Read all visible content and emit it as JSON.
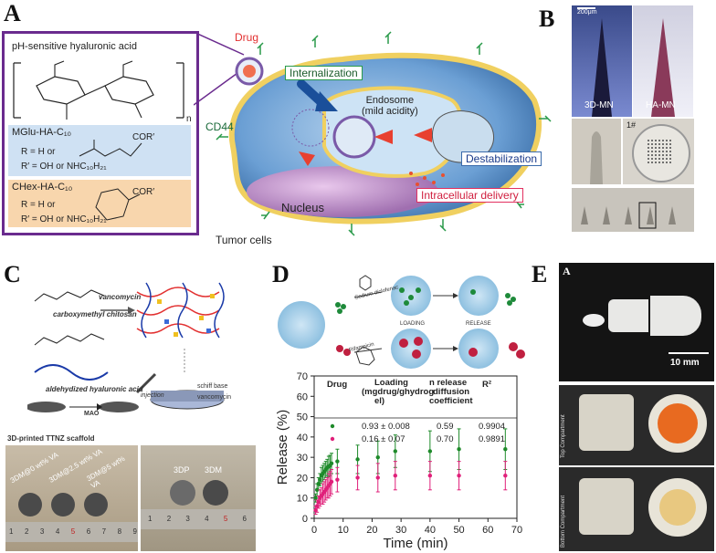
{
  "panels": {
    "A": {
      "label": "A",
      "chem": {
        "title": "pH-sensitive hyaluronic acid",
        "subscript_n": "n",
        "mglu": "MGlu-HA-C₁₀",
        "mglu_r": "R = H or",
        "mglu_r2": "R′ = OH or NHC₁₀H₂₁",
        "chex": "CHex-HA-C₁₀",
        "chex_r": "R = H or",
        "chex_r2": "R′ = OH or NHC₁₀H₂₁",
        "cor": "COR′"
      },
      "cell": {
        "drug": "Drug",
        "internalization": "Internalization",
        "endosome": "Endosome\n(mild acidity)",
        "cd44": "CD44",
        "destabilization": "Destabilization",
        "nucleus": "Nucleus",
        "intracellular": "Intracellular delivery",
        "tumor": "Tumor cells"
      }
    },
    "B": {
      "label": "B",
      "scale": "200μm",
      "left_caption": "3D-MN",
      "right_caption": "HA-MN",
      "mark": "1#"
    },
    "C": {
      "label": "C",
      "carboxy": "carboxymethyl chitosan",
      "aldehyde": "aldehydized hyaluronic acid",
      "vancomycin": "vancomycin",
      "schiff": "schiff base",
      "vanco_legend": "vancomycin",
      "mao": "MAO",
      "injection": "injection",
      "scaffold": "3D-printed TTNZ scaffold",
      "photo1_l1": "3DM@0 wt% VA",
      "photo1_l2": "3DM@2.5 wt% VA",
      "photo1_l3": "3DM@5 wt% VA",
      "photo2_l1": "3DP",
      "photo2_l2": "3DM",
      "ruler1": [
        "1",
        "2",
        "3",
        "4",
        "5",
        "6",
        "7",
        "8",
        "9"
      ],
      "ruler2": [
        "1",
        "2",
        "3",
        "4",
        "5",
        "6"
      ]
    },
    "D": {
      "label": "D",
      "schematic": {
        "sodium": "Sodium diclofenac",
        "rifampicin": "Rifampicin",
        "loading": "LOADING",
        "release": "RELEASE"
      }
    },
    "E": {
      "label": "E",
      "inner": "A",
      "scalebar": "10 mm",
      "top_comp": "Top Compartment",
      "bottom_comp": "Bottom Compartment"
    }
  },
  "chart_data": {
    "type": "scatter",
    "xlabel": "Time (min)",
    "ylabel": "Release (%)",
    "xlim": [
      0,
      70
    ],
    "ylim": [
      0,
      70
    ],
    "xticks": [
      "0",
      "10",
      "20",
      "30",
      "40",
      "50",
      "60",
      "70"
    ],
    "yticks": [
      "0",
      "10",
      "20",
      "30",
      "40",
      "50",
      "60",
      "70"
    ],
    "table": {
      "headers": [
        "Drug",
        "Loading",
        "(mg",
        "n release",
        "R²"
      ],
      "header_loading": "Loading",
      "header_loading2": "(mgdrug/ghydrog",
      "header_loading3": "el)",
      "header_n": "n release",
      "header_n2": "diffusion",
      "header_n3": "coefficient",
      "header_drug": "Drug",
      "header_r2": "R²",
      "rows": [
        {
          "loading": "0.93 ± 0.008",
          "n": "0.59",
          "r2": "0.9904",
          "color": "#1e8a2a"
        },
        {
          "loading": "0.16 ± 0.07",
          "n": "0.70",
          "r2": "0.9891",
          "color": "#e0207a"
        }
      ]
    },
    "series": [
      {
        "color": "#1e8a2a",
        "x": [
          0.5,
          1,
          1.5,
          2,
          2.5,
          3,
          3.5,
          4,
          4.5,
          5,
          5.5,
          6,
          8,
          15,
          22,
          28,
          40,
          50,
          66
        ],
        "y": [
          10,
          14,
          17,
          19,
          21,
          22,
          23,
          24,
          25,
          25.5,
          26,
          27,
          28,
          29,
          30,
          33,
          33,
          34,
          34
        ],
        "err": [
          2,
          3,
          3,
          3,
          4,
          4,
          4,
          4,
          4,
          5,
          5,
          5,
          6,
          7,
          8,
          8,
          10,
          10,
          10
        ]
      },
      {
        "color": "#e0207a",
        "x": [
          0.5,
          1,
          1.5,
          2,
          2.5,
          3,
          3.5,
          4,
          4.5,
          5,
          5.5,
          6,
          8,
          15,
          22,
          28,
          40,
          50,
          66
        ],
        "y": [
          4,
          6,
          8,
          10,
          11,
          12,
          13,
          14,
          15,
          16,
          17,
          18,
          19,
          20,
          20,
          21,
          21,
          21,
          21
        ],
        "err": [
          2,
          3,
          3,
          4,
          4,
          5,
          5,
          5,
          5,
          6,
          6,
          6,
          6,
          6,
          7,
          7,
          7,
          7,
          7
        ]
      }
    ]
  }
}
